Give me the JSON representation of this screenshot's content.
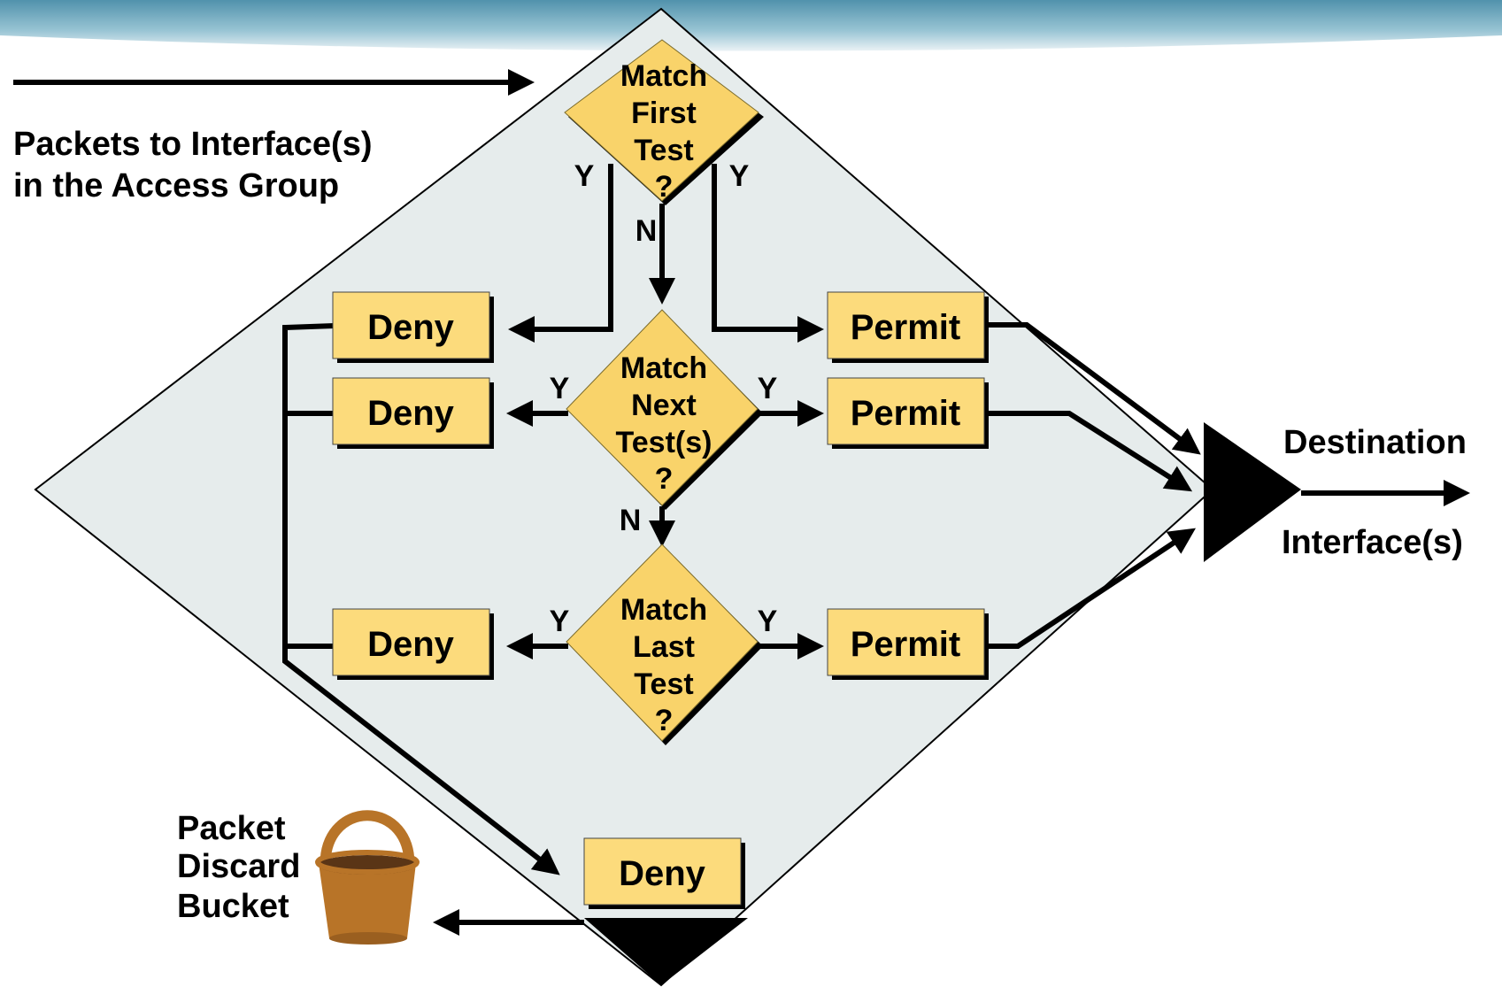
{
  "colors": {
    "box_fill": "#FCDB7C",
    "diamond_fill": "#F9D36A",
    "region_fill": "#E6ECEC",
    "top_banner": "#5E9FB6",
    "bucket": "#B87428",
    "bucket_dark": "#5A3516",
    "ink": "#000000"
  },
  "input_label": {
    "line1": "Packets to Interface(s)",
    "line2": "in the Access Group"
  },
  "destination": {
    "line1": "Destination",
    "line2": "Interface(s)"
  },
  "bucket": {
    "line1": "Packet",
    "line2": "Discard",
    "line3": "Bucket",
    "icon": "bucket-icon"
  },
  "decisions": [
    {
      "lines": [
        "Match",
        "First",
        "Test",
        "?"
      ]
    },
    {
      "lines": [
        "Match",
        "Next",
        "Test(s)",
        "?"
      ]
    },
    {
      "lines": [
        "Match",
        "Last",
        "Test",
        "?"
      ]
    }
  ],
  "deny_boxes": [
    "Deny",
    "Deny",
    "Deny"
  ],
  "permit_boxes": [
    "Permit",
    "Permit",
    "Permit"
  ],
  "final_deny": "Deny",
  "branch": {
    "yes": "Y",
    "no": "N"
  }
}
